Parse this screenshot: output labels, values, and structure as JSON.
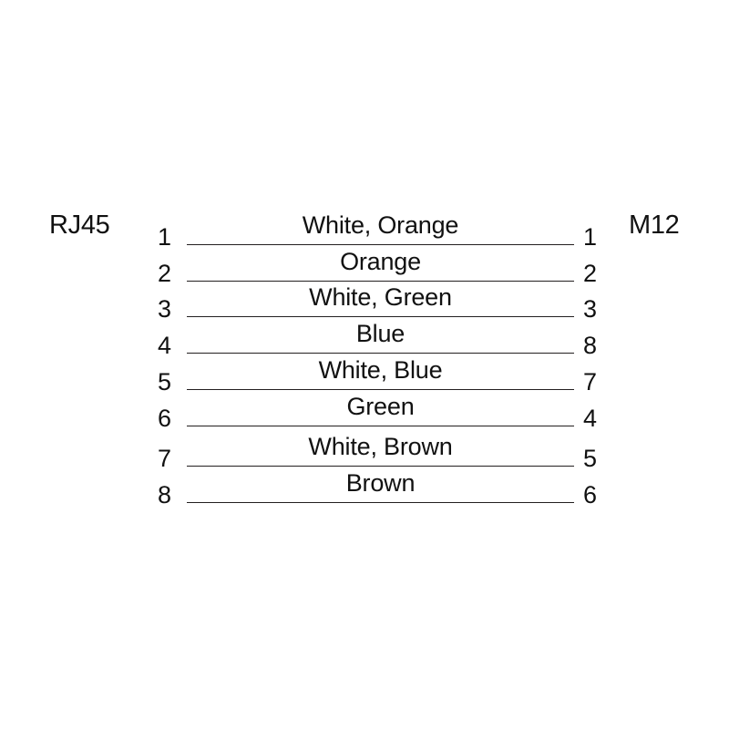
{
  "diagram": {
    "title_left": "RJ45",
    "title_right": "M12",
    "type": "pinout-wiring-map",
    "line_color": "#231f20",
    "background_color": "#ffffff",
    "connections": [
      {
        "left_pin": "1",
        "right_pin": "1",
        "wire": "White, Orange"
      },
      {
        "left_pin": "2",
        "right_pin": "2",
        "wire": "Orange"
      },
      {
        "left_pin": "3",
        "right_pin": "3",
        "wire": "White, Green"
      },
      {
        "left_pin": "4",
        "right_pin": "8",
        "wire": "Blue"
      },
      {
        "left_pin": "5",
        "right_pin": "7",
        "wire": "White, Blue"
      },
      {
        "left_pin": "6",
        "right_pin": "4",
        "wire": "Green"
      },
      {
        "left_pin": "7",
        "right_pin": "5",
        "wire": "White, Brown"
      },
      {
        "left_pin": "8",
        "right_pin": "6",
        "wire": "Brown"
      }
    ]
  }
}
